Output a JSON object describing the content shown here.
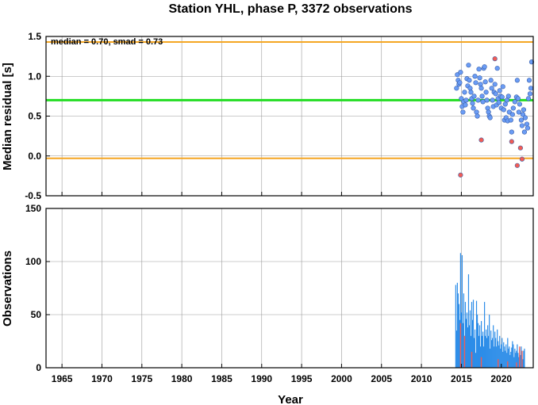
{
  "chart_data": [
    {
      "type": "scatter",
      "title": "Station YHL, phase P, 3372 observations",
      "xlabel": "Year",
      "ylabel": "Median residual [s]",
      "xlim": [
        1963,
        2024
      ],
      "ylim": [
        -0.5,
        1.5
      ],
      "x_ticks": [
        1965,
        1970,
        1975,
        1980,
        1985,
        1990,
        1995,
        2000,
        2005,
        2010,
        2015,
        2020
      ],
      "y_ticks": [
        -0.5,
        0.0,
        0.5,
        1.0,
        1.5
      ],
      "y_tick_labels": [
        "-0.5",
        "0.0",
        "0.5",
        "1.0",
        "1.5"
      ],
      "grid": true,
      "annotation": "median = 0.70, smad = 0.73",
      "reference_lines": [
        {
          "y": 0.7,
          "color": "#22dd22"
        },
        {
          "y": 1.43,
          "color": "#f5a623"
        },
        {
          "y": -0.03,
          "color": "#f5a623"
        }
      ],
      "colors": {
        "normal": "#6a9cf5",
        "outlier": "#f25c54",
        "median_line": "#22dd22",
        "bound_line": "#f5a623"
      },
      "series": [
        {
          "points": [
            [
              2014.4,
              0.85
            ],
            [
              2014.5,
              1.02
            ],
            [
              2014.6,
              0.95
            ],
            [
              2014.7,
              0.9
            ],
            [
              2014.8,
              0.92
            ],
            [
              2014.9,
              1.05
            ],
            [
              2015.0,
              0.72
            ],
            [
              2015.1,
              0.62
            ],
            [
              2015.2,
              0.55
            ],
            [
              2015.3,
              0.68
            ],
            [
              2015.4,
              0.8
            ],
            [
              2015.5,
              0.64
            ],
            [
              2015.6,
              0.7
            ],
            [
              2015.7,
              0.97
            ],
            [
              2015.8,
              0.88
            ],
            [
              2015.9,
              1.14
            ],
            [
              2016.0,
              0.95
            ],
            [
              2016.1,
              0.85
            ],
            [
              2016.2,
              0.8
            ],
            [
              2016.3,
              0.72
            ],
            [
              2016.4,
              0.66
            ],
            [
              2016.5,
              0.6
            ],
            [
              2016.6,
              0.75
            ],
            [
              2016.7,
              1.0
            ],
            [
              2016.8,
              0.92
            ],
            [
              2016.9,
              0.55
            ],
            [
              2017.0,
              0.5
            ],
            [
              2017.1,
              0.7
            ],
            [
              2017.2,
              1.09
            ],
            [
              2017.3,
              0.98
            ],
            [
              2017.4,
              0.9
            ],
            [
              2017.5,
              0.85
            ],
            [
              2017.6,
              0.75
            ],
            [
              2017.7,
              0.68
            ],
            [
              2017.8,
              1.1
            ],
            [
              2017.9,
              1.12
            ],
            [
              2018.0,
              0.93
            ],
            [
              2018.1,
              0.8
            ],
            [
              2018.2,
              0.7
            ],
            [
              2018.3,
              0.6
            ],
            [
              2018.4,
              0.55
            ],
            [
              2018.5,
              0.5
            ],
            [
              2018.6,
              0.48
            ],
            [
              2018.7,
              0.95
            ],
            [
              2018.8,
              0.85
            ],
            [
              2018.9,
              0.7
            ],
            [
              2019.0,
              0.62
            ],
            [
              2019.1,
              0.8
            ],
            [
              2019.2,
              0.9
            ],
            [
              2019.3,
              0.78
            ],
            [
              2019.4,
              0.64
            ],
            [
              2019.5,
              1.1
            ],
            [
              2019.6,
              0.72
            ],
            [
              2019.7,
              0.67
            ],
            [
              2019.8,
              0.82
            ],
            [
              2019.9,
              0.75
            ],
            [
              2020.0,
              0.6
            ],
            [
              2020.1,
              0.74
            ],
            [
              2020.2,
              0.87
            ],
            [
              2020.3,
              0.58
            ],
            [
              2020.4,
              0.45
            ],
            [
              2020.5,
              0.65
            ],
            [
              2020.6,
              0.48
            ],
            [
              2020.7,
              0.7
            ],
            [
              2020.8,
              0.44
            ],
            [
              2020.9,
              0.75
            ],
            [
              2021.0,
              0.55
            ],
            [
              2021.2,
              0.45
            ],
            [
              2021.3,
              0.3
            ],
            [
              2021.4,
              0.52
            ],
            [
              2021.5,
              0.6
            ],
            [
              2021.7,
              0.68
            ],
            [
              2021.9,
              0.74
            ],
            [
              2022.0,
              0.95
            ],
            [
              2022.1,
              0.72
            ],
            [
              2022.2,
              0.55
            ],
            [
              2022.3,
              0.65
            ],
            [
              2022.5,
              0.45
            ],
            [
              2022.6,
              0.38
            ],
            [
              2022.7,
              0.52
            ],
            [
              2022.8,
              0.58
            ],
            [
              2022.9,
              0.3
            ],
            [
              2023.0,
              0.48
            ],
            [
              2023.2,
              0.4
            ],
            [
              2023.3,
              0.35
            ],
            [
              2023.4,
              0.72
            ],
            [
              2023.5,
              0.95
            ],
            [
              2023.6,
              0.78
            ],
            [
              2023.7,
              0.85
            ],
            [
              2023.8,
              1.18
            ]
          ],
          "color": "#6a9cf5"
        },
        {
          "points": [
            [
              2014.9,
              -0.24
            ],
            [
              2017.5,
              0.2
            ],
            [
              2019.2,
              1.22
            ],
            [
              2021.3,
              0.18
            ],
            [
              2022.0,
              -0.12
            ],
            [
              2022.4,
              0.1
            ],
            [
              2022.6,
              -0.04
            ]
          ],
          "color": "#f25c54"
        }
      ]
    },
    {
      "type": "bar",
      "xlabel": "Year",
      "ylabel": "Observations",
      "xlim": [
        1963,
        2024
      ],
      "ylim": [
        0,
        150
      ],
      "x_ticks": [
        1965,
        1970,
        1975,
        1980,
        1985,
        1990,
        1995,
        2000,
        2005,
        2010,
        2015,
        2020
      ],
      "y_ticks": [
        0,
        50,
        100,
        150
      ],
      "grid": true,
      "bar_width_years": 0.08,
      "colors": {
        "total": "#2d8de8",
        "outlier": "#f25c54"
      },
      "total_start_year": 2014.3,
      "total_step_years": 0.1,
      "total_values": [
        78,
        35,
        80,
        70,
        60,
        45,
        108,
        52,
        106,
        42,
        70,
        30,
        62,
        46,
        52,
        38,
        88,
        40,
        54,
        30,
        62,
        45,
        64,
        28,
        36,
        14,
        63,
        50,
        42,
        30,
        40,
        20,
        44,
        30,
        34,
        20,
        62,
        30,
        36,
        28,
        40,
        30,
        50,
        18,
        35,
        26,
        28,
        40,
        20,
        34,
        28,
        20,
        36,
        25,
        21,
        30,
        18,
        22,
        28,
        15,
        24,
        20,
        16,
        22,
        14,
        28,
        18,
        20,
        12,
        15,
        19,
        25,
        22,
        10,
        18,
        14,
        16,
        22,
        14,
        10,
        18,
        12,
        20,
        14,
        8,
        16,
        18
      ],
      "outlier_bars": [
        [
          2014.9,
          42
        ],
        [
          2015.4,
          30
        ],
        [
          2016.3,
          15
        ],
        [
          2017.5,
          10
        ],
        [
          2019.6,
          8
        ],
        [
          2020.8,
          6
        ],
        [
          2021.9,
          5
        ],
        [
          2022.3,
          20
        ],
        [
          2022.6,
          16
        ]
      ]
    }
  ]
}
